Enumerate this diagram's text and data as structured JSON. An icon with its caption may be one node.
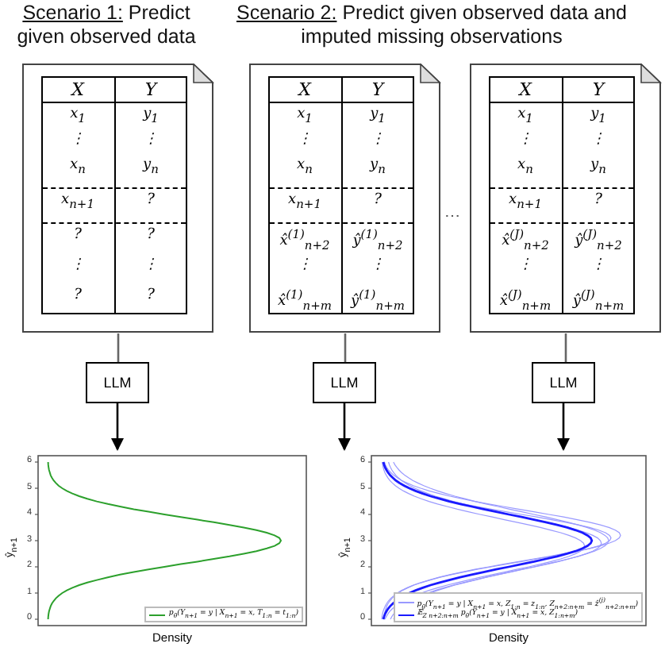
{
  "diagram": {
    "nodes": [
      {
        "text": [
          "X",
          "Y",
          "x$_{1}$",
          "y$_{1}$",
          "⋮",
          "⋮",
          "x$_{n}$",
          "y$_{n}$",
          "x$_{n+1}$",
          "?",
          "?",
          "?",
          "⋮",
          "⋮",
          "?",
          "?"
        ]
      },
      {
        "text": [
          "X",
          "Y",
          "x$_{1}$",
          "y$_{1}$",
          "⋮",
          "⋮",
          "x$_{n}$",
          "y$_{n}$",
          "x$_{n+1}$",
          "?",
          "x̂$^{(1)}$$_{n+2}$",
          "ŷ$^{(1)}$$_{n+2}$",
          "⋮",
          "⋮",
          "x̂$^{(1)}$$_{n+m}$",
          "ŷ$^{(1)}$$_{n+m}$"
        ]
      },
      {
        "text": [
          "X",
          "Y",
          "x$_{1}$",
          "y$_{1}$",
          "⋮",
          "⋮",
          "x$_{n}$",
          "y$_{n}$",
          "x$_{n+1}$",
          "?",
          "x̂$^{(J)}$$_{n+2}$",
          "ŷ$^{(J)}$$_{n+2}$",
          "⋮",
          "⋮",
          "x̂$^{(J)}$$_{n+m}$",
          "ŷ$^{(J)}$$_{n+m}$"
        ]
      },
      {
        "text": [
          "LLM"
        ]
      },
      {
        "text": [
          "LLM"
        ]
      },
      {
        "text": [
          "LLM"
        ]
      },
      {
        "text": [
          "6",
          "5",
          "4",
          "3",
          "2",
          "1",
          "0",
          "ŷ$_{n+1}$",
          "p$_{θ}$(Y$_{n+1}$ = y | X$_{n+1}$ = x, T$_{1:n}$ = t$_{1:n}$)",
          "Density"
        ]
      },
      {
        "text": [
          "6",
          "5",
          "4",
          "3",
          "2",
          "1",
          "0",
          "ŷ$_{n+1}$",
          "p$_{θ}$(Y$_{n+1}$ = y | X$_{n+1}$ = x, Z$_{1:n}$ = z$_{1:n}$, Z$_{n+2:n+m}$ = ẑ$^{(j)}$$_{n+2:n+m}$)",
          "𝔼$_{Z n+2:n+m}$ p$_{θ}$(Y$_{n+1}$ = y | X$_{n+1}$ = x, Z$_{1:n+m}$)",
          "Density"
        ]
      }
    ],
    "edges": [
      {
        "from": 0,
        "to": 3,
        "arrow": "none"
      },
      {
        "from": 3,
        "to": 6,
        "arrow": "to",
        "color": "#000000"
      },
      {
        "from": 1,
        "to": 4,
        "arrow": "none"
      },
      {
        "from": 4,
        "to": 7,
        "arrow": "to",
        "color": "#000000"
      },
      {
        "from": 2,
        "to": 5,
        "arrow": "none"
      },
      {
        "from": 5,
        "to": 7,
        "arrow": "to",
        "color": "#000000"
      }
    ],
    "labels": [
      "Scenario 1:",
      "Predict given observed data",
      "Scenario 2:",
      "Predict given observed data and imputed missing observations",
      "⋯"
    ]
  }
}
